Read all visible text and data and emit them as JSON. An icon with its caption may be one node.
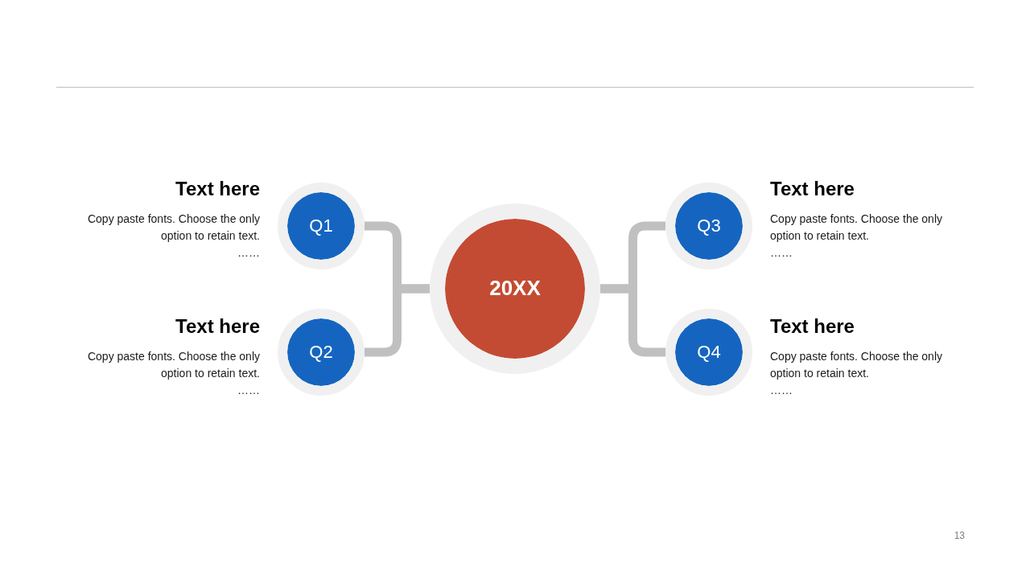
{
  "diagram": {
    "nodes": [
      {
        "text": [
          "20XX"
        ]
      },
      {
        "text": [
          "Q1"
        ],
        "beside": [
          "Text here",
          "Copy paste fonts. Choose the only option to retain text.",
          "……"
        ]
      },
      {
        "text": [
          "Q2"
        ],
        "beside": [
          "Text here",
          "Copy paste fonts. Choose the only option to retain text.",
          "……"
        ]
      },
      {
        "text": [
          "Q3"
        ],
        "beside": [
          "Text here",
          "Copy paste fonts. Choose the only option to retain text.",
          "……"
        ]
      },
      {
        "text": [
          "Q4"
        ],
        "beside": [
          "Text here",
          "Copy paste fonts. Choose the only option to retain text.",
          "……"
        ]
      }
    ],
    "edges": [
      {
        "from": 0,
        "to": 1,
        "arrow": "none"
      },
      {
        "from": 0,
        "to": 2,
        "arrow": "none"
      },
      {
        "from": 0,
        "to": 3,
        "arrow": "none"
      },
      {
        "from": 0,
        "to": 4,
        "arrow": "none"
      }
    ],
    "labels": [
      "13"
    ]
  }
}
